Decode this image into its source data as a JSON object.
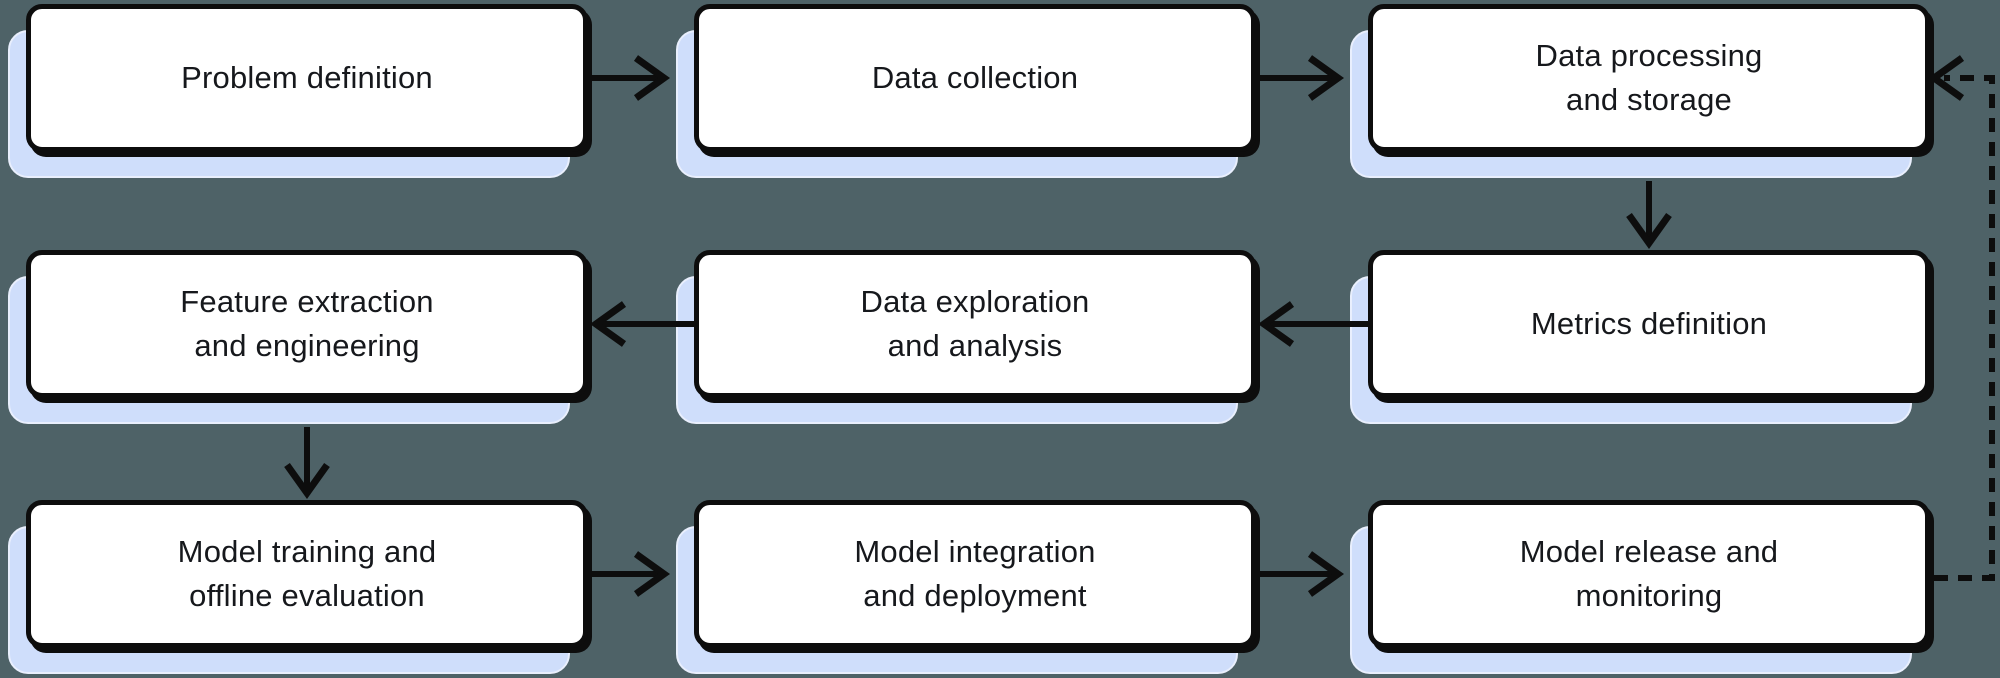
{
  "colors": {
    "background": "#4e6267",
    "node_fill": "#ffffff",
    "node_border": "#0d0d0d",
    "node_shadow": "#cfdefb",
    "node_shadow_rim": "#e9effd",
    "arrow": "#0d0d0d",
    "text": "#16181c"
  },
  "nodes": [
    {
      "id": "problem-definition",
      "label": "Problem definition",
      "lines": [
        "Problem definition"
      ],
      "row": 0,
      "col": 0
    },
    {
      "id": "data-collection",
      "label": "Data collection",
      "lines": [
        "Data collection"
      ],
      "row": 0,
      "col": 1
    },
    {
      "id": "data-processing-and-storage",
      "label": "Data processing and storage",
      "lines": [
        "Data processing",
        "and storage"
      ],
      "row": 0,
      "col": 2
    },
    {
      "id": "feature-extraction",
      "label": "Feature extraction and engineering",
      "lines": [
        "Feature extraction",
        "and engineering"
      ],
      "row": 1,
      "col": 0
    },
    {
      "id": "data-exploration",
      "label": "Data exploration and analysis",
      "lines": [
        "Data exploration",
        "and analysis"
      ],
      "row": 1,
      "col": 1
    },
    {
      "id": "metrics-definition",
      "label": "Metrics definition",
      "lines": [
        "Metrics definition"
      ],
      "row": 1,
      "col": 2
    },
    {
      "id": "model-training",
      "label": "Model training and offline evaluation",
      "lines": [
        "Model training and",
        "offline evaluation"
      ],
      "row": 2,
      "col": 0
    },
    {
      "id": "model-integration",
      "label": "Model integration and deployment",
      "lines": [
        "Model integration",
        "and deployment"
      ],
      "row": 2,
      "col": 1
    },
    {
      "id": "model-release",
      "label": "Model release and monitoring",
      "lines": [
        "Model release and",
        "monitoring"
      ],
      "row": 2,
      "col": 2
    }
  ],
  "edges": [
    {
      "from": "problem-definition",
      "to": "data-collection",
      "style": "solid"
    },
    {
      "from": "data-collection",
      "to": "data-processing-and-storage",
      "style": "solid"
    },
    {
      "from": "data-processing-and-storage",
      "to": "metrics-definition",
      "style": "solid"
    },
    {
      "from": "metrics-definition",
      "to": "data-exploration",
      "style": "solid"
    },
    {
      "from": "data-exploration",
      "to": "feature-extraction",
      "style": "solid"
    },
    {
      "from": "feature-extraction",
      "to": "model-training",
      "style": "solid"
    },
    {
      "from": "model-training",
      "to": "model-integration",
      "style": "solid"
    },
    {
      "from": "model-integration",
      "to": "model-release",
      "style": "solid"
    },
    {
      "from": "model-release",
      "to": "data-processing-and-storage",
      "style": "dashed",
      "route": "feedback"
    }
  ]
}
